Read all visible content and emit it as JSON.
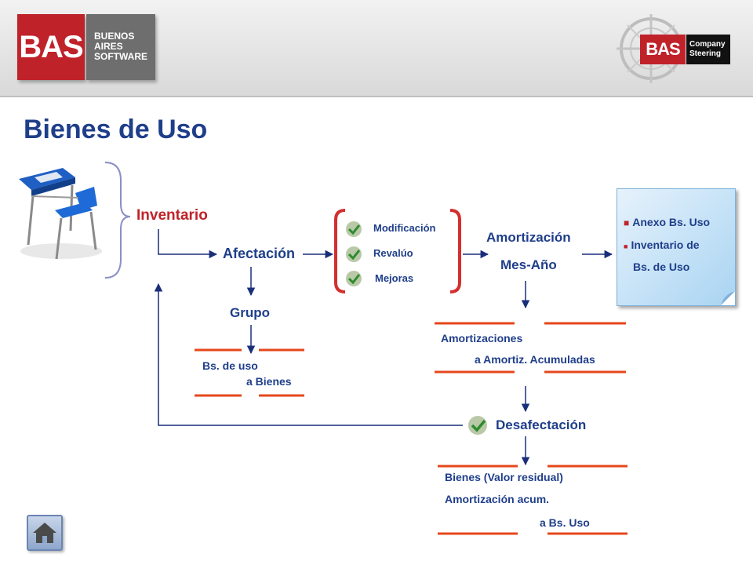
{
  "header": {
    "logo_left": {
      "mark": "BAS",
      "lines": [
        "BUENOS",
        "AIRES",
        "SOFTWARE"
      ]
    },
    "logo_right": {
      "mark": "BAS",
      "lines": [
        "Company",
        "Steering"
      ]
    }
  },
  "title": "Bienes de Uso",
  "diagram": {
    "inventario": "Inventario",
    "afectacion": "Afectación",
    "grupo": "Grupo",
    "bs_de_uso": "Bs. de uso",
    "a_bienes": "a Bienes",
    "options": [
      "Modificación",
      "Revalúo",
      "Mejoras"
    ],
    "amortizacion": "Amortización",
    "mes_anio": "Mes-Año",
    "amortizaciones": "Amortizaciones",
    "a_amortiz_acumuladas": "a Amortiz. Acumuladas",
    "desafectacion": "Desafectación",
    "bienes_valor_residual": "Bienes (Valor residual)",
    "amortizacion_acum": "Amortización acum.",
    "a_bs_uso": "a Bs. Uso"
  },
  "note": {
    "items": [
      "Anexo Bs. Uso",
      "Inventario de",
      "Bs. de Uso"
    ]
  },
  "icons": {
    "check": "check-icon",
    "home": "home-icon",
    "desk": "school-desk-icon"
  },
  "colors": {
    "title_blue": "#1f3e8a",
    "accent_red": "#c0222a",
    "orange_line": "#e5471b",
    "arrow_navy": "#1a2f7a"
  }
}
